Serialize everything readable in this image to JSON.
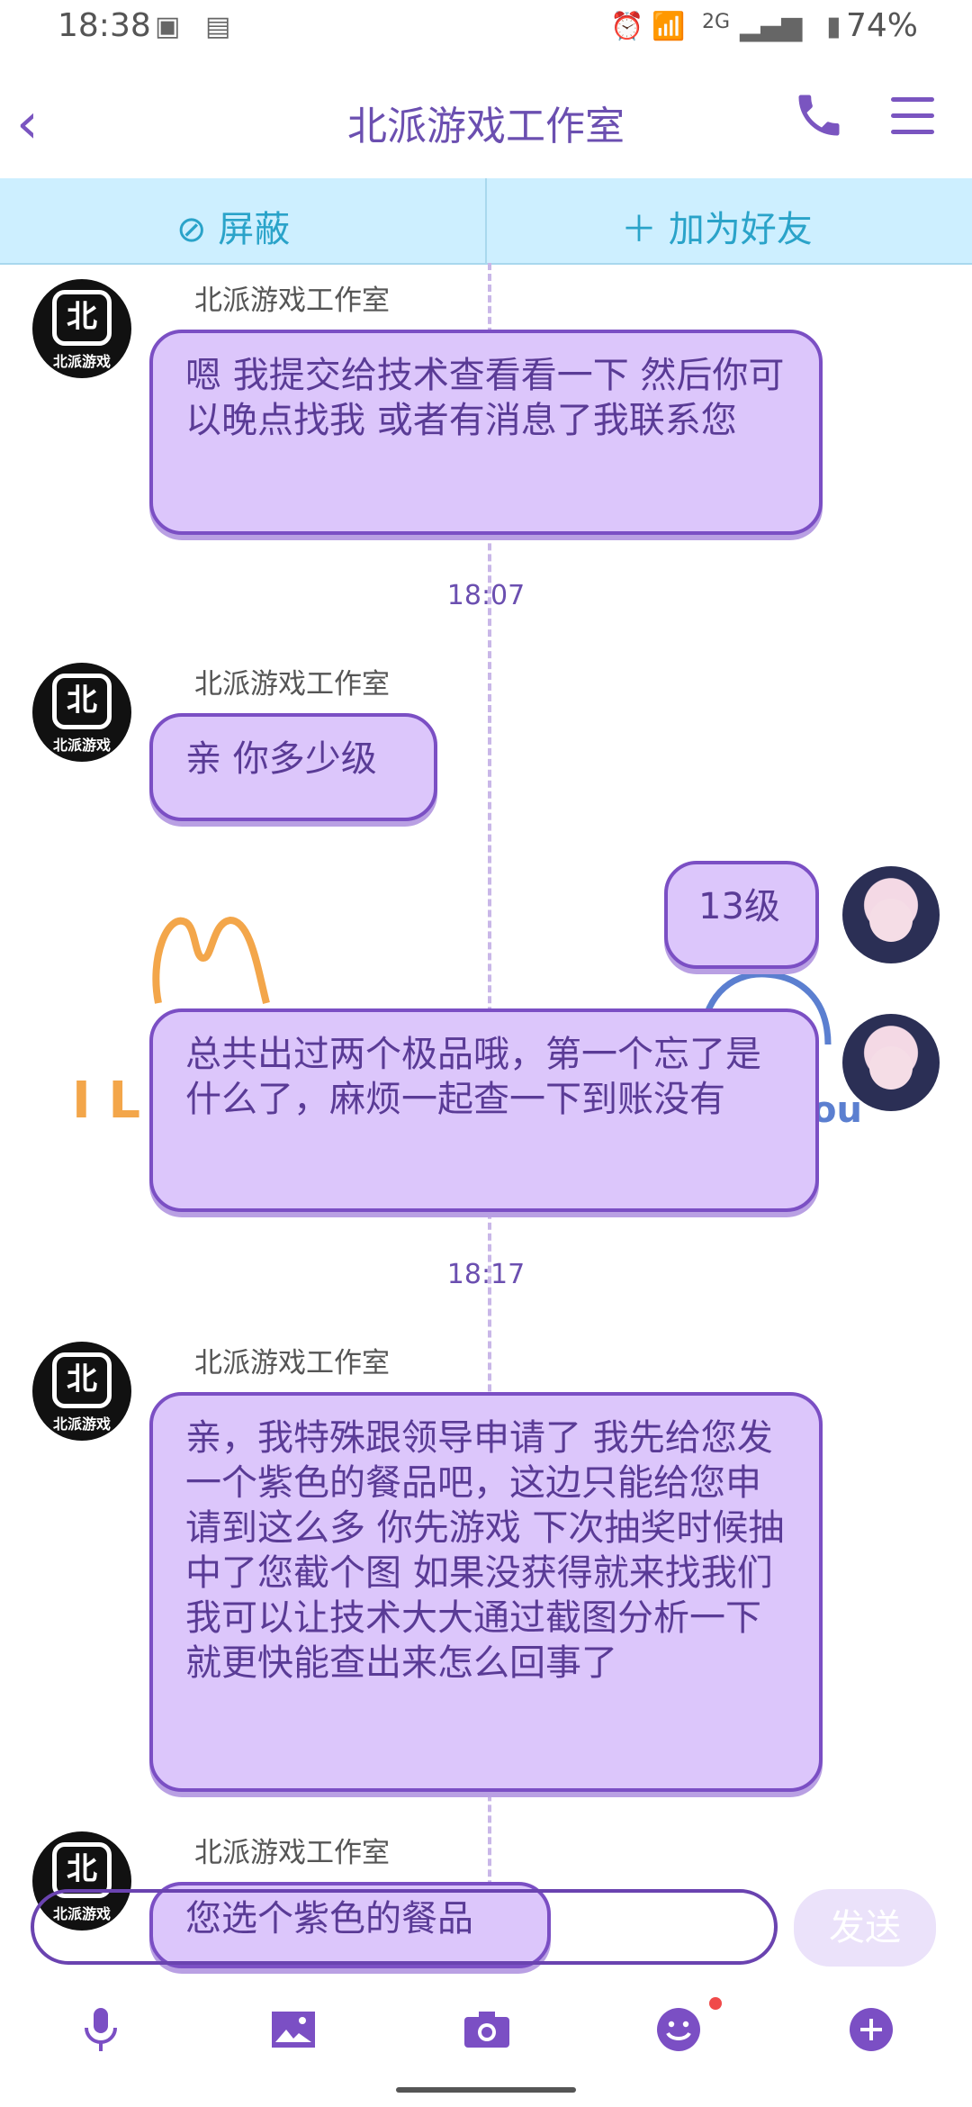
{
  "status_bar": {
    "time": "18:38",
    "network": "2G",
    "battery": "74%"
  },
  "header": {
    "title": "北派游戏工作室"
  },
  "actions": {
    "block_label": "屏蔽",
    "add_friend_label": "加为好友"
  },
  "messages": [
    {
      "sender": "北派游戏工作室",
      "text": "嗯  我提交给技术查看看一下  然后你可以晚点找我  或者有消息了我联系您"
    },
    {
      "timestamp": "18:07"
    },
    {
      "sender": "北派游戏工作室",
      "text": "亲 你多少级"
    },
    {
      "me": true,
      "text": "13级"
    },
    {
      "me": true,
      "text": "总共出过两个极品哦，第一个忘了是什么了，麻烦一起查一下到账没有"
    },
    {
      "timestamp": "18:17"
    },
    {
      "sender": "北派游戏工作室",
      "text": "亲，我特殊跟领导申请了  我先给您发一个紫色的餐品吧，这边只能给您申请到这么多  你先游戏  下次抽奖时候抽中了您截个图  如果没获得就来找我们  我可以让技术大大通过截图分析一下就更快能查出来怎么回事了"
    },
    {
      "sender": "北派游戏工作室",
      "text": "您选个紫色的餐品"
    }
  ],
  "avatar_label": {
    "glyph": "北",
    "sub": "北派游戏"
  },
  "decor": {
    "left_text": "I L",
    "right_text": "ou"
  },
  "composer": {
    "input_value": "",
    "send_label": "发送"
  },
  "icons": {
    "back": "chevron-left-icon",
    "call": "phone-icon",
    "menu": "hamburger-icon",
    "block": "block-icon",
    "add": "plus-icon",
    "voice": "microphone-icon",
    "image": "image-icon",
    "camera": "camera-icon",
    "emoji": "emoji-icon",
    "more": "plus-circle-icon"
  },
  "colors": {
    "accent": "#7b4fc4",
    "bubble": "#dcc6fb",
    "action_bar": "#cdefff",
    "notification_dot": "#f04a4a"
  }
}
